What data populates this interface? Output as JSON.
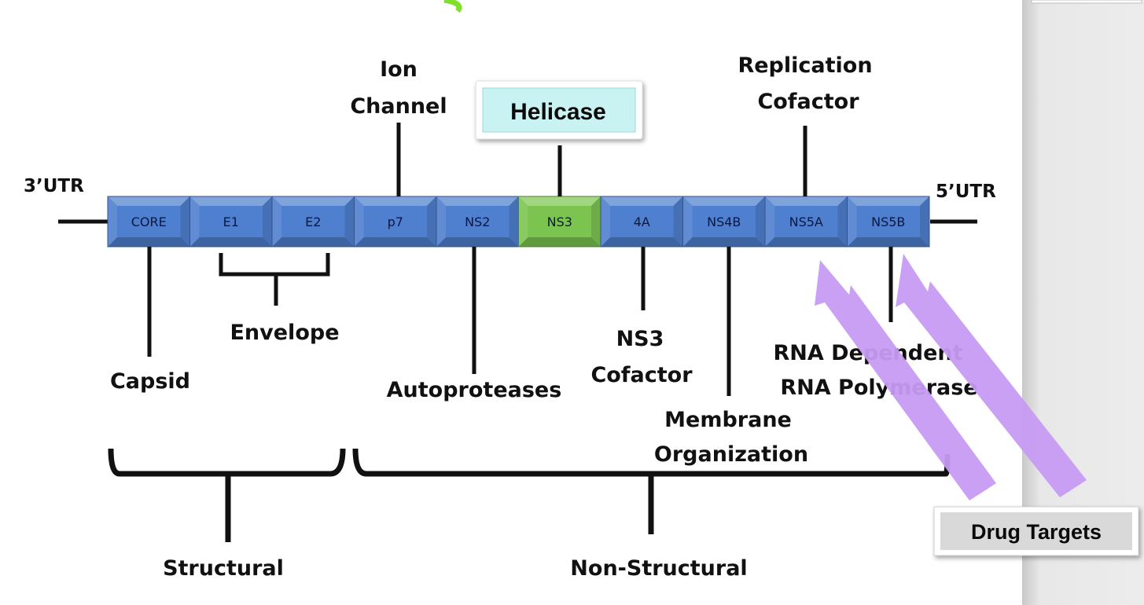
{
  "utr": {
    "left": "3’UTR",
    "right": "5’UTR"
  },
  "segments": [
    {
      "label": "CORE",
      "color": "#4f7fcf"
    },
    {
      "label": "E1",
      "color": "#4f7fcf"
    },
    {
      "label": "E2",
      "color": "#4f7fcf"
    },
    {
      "label": "p7",
      "color": "#4f7fcf"
    },
    {
      "label": "NS2",
      "color": "#4f7fcf"
    },
    {
      "label": "NS3",
      "color": "#7cc450"
    },
    {
      "label": "4A",
      "color": "#4f7fcf"
    },
    {
      "label": "NS4B",
      "color": "#4f7fcf"
    },
    {
      "label": "NS5A",
      "color": "#4f7fcf"
    },
    {
      "label": "NS5B",
      "color": "#4f7fcf"
    }
  ],
  "labels": {
    "ion_channel": [
      "Ion",
      "Channel"
    ],
    "helicase": "Helicase",
    "replication_cofactor": [
      "Replication",
      "Cofactor"
    ],
    "envelope": "Envelope",
    "capsid": "Capsid",
    "autoproteases": "Autoproteases",
    "ns3_cofactor": [
      "NS3",
      "Cofactor"
    ],
    "membrane_organization": [
      "Membrane",
      "Organization"
    ],
    "rna_polymerase": [
      "RNA Dependent",
      "RNA Polymerase"
    ],
    "structural": "Structural",
    "non_structural": "Non-Structural",
    "drug_targets": "Drug Targets"
  },
  "colors": {
    "helicase_box": "#c9f2f2",
    "drug_arrow": "#c79bf4",
    "drug_box": "#d9d9d9",
    "right_panel": "#e6e6e6",
    "top_accent": "#7ee02a"
  }
}
